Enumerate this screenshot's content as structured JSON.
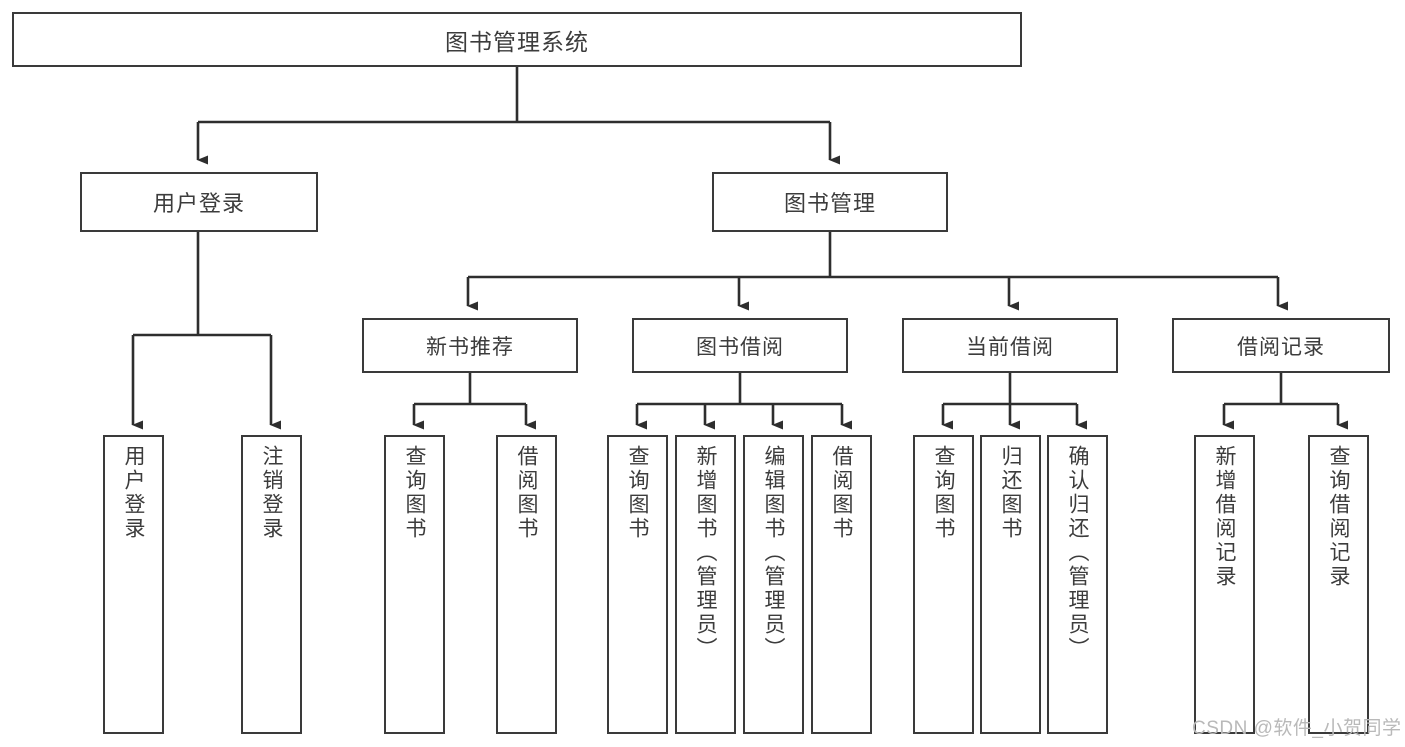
{
  "diagram": {
    "type": "tree",
    "title": "图书管理系统",
    "orientation": "top-down",
    "colors": {
      "box_border": "#3a3a3a",
      "box_fill": "#ffffff",
      "line": "#2e2e2e",
      "text": "#3c3c3c",
      "watermark": "#b9b9b9",
      "background": "#ffffff"
    },
    "root": {
      "label": "图书管理系统"
    },
    "level1": [
      {
        "label": "用户登录"
      },
      {
        "label": "图书管理"
      }
    ],
    "level2": [
      {
        "label": "新书推荐"
      },
      {
        "label": "图书借阅"
      },
      {
        "label": "当前借阅"
      },
      {
        "label": "借阅记录"
      }
    ],
    "leaves": {
      "user_login": [
        {
          "label": "用户登录"
        },
        {
          "label": "注销登录"
        }
      ],
      "new_book_recommend": [
        {
          "label": "查询图书"
        },
        {
          "label": "借阅图书"
        }
      ],
      "book_borrow": [
        {
          "label": "查询图书"
        },
        {
          "label": "新增图书（管理员）"
        },
        {
          "label": "编辑图书（管理员）"
        },
        {
          "label": "借阅图书"
        }
      ],
      "current_borrow": [
        {
          "label": "查询图书"
        },
        {
          "label": "归还图书"
        },
        {
          "label": "确认归还（管理员）"
        }
      ],
      "borrow_record": [
        {
          "label": "新增借阅记录"
        },
        {
          "label": "查询借阅记录"
        }
      ]
    }
  },
  "watermark": {
    "text": "CSDN @软件_小贺同学"
  }
}
